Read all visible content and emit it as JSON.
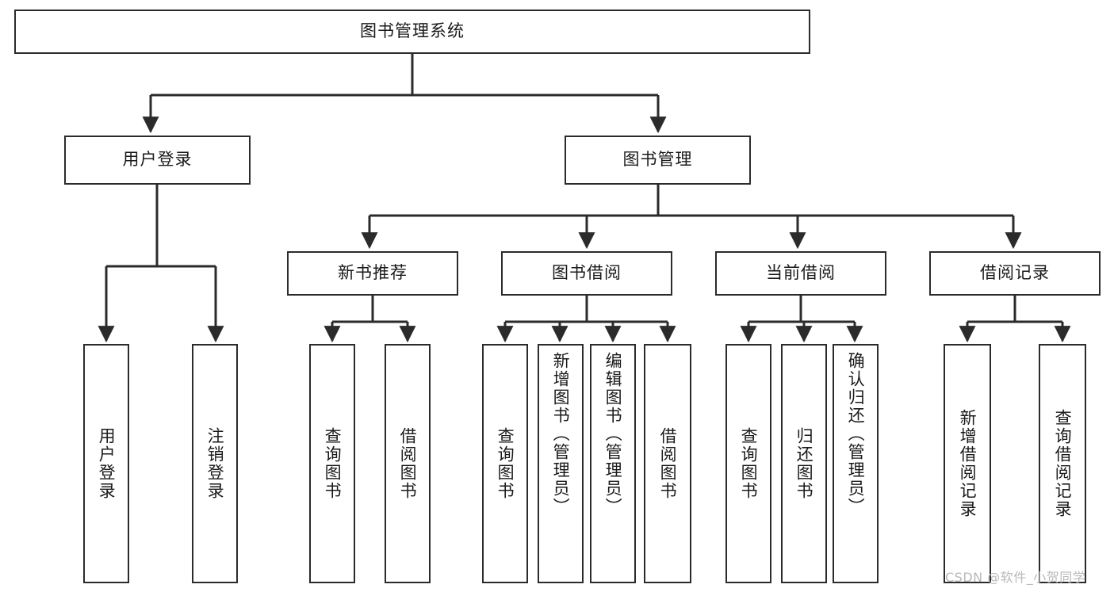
{
  "diagram": {
    "type": "tree-hierarchy-diagram",
    "title": "图书管理系统",
    "watermark": "CSDN @软件_小贺同学",
    "colors": {
      "stroke": "#2b2b2b",
      "fill": "#ffffff",
      "text": "#1a1a1a",
      "watermark": "#b9b9b9"
    },
    "levels": {
      "level1": [
        "图书管理系统"
      ],
      "level2": [
        "用户登录",
        "图书管理"
      ],
      "level3": [
        "新书推荐",
        "图书借阅",
        "当前借阅",
        "借阅记录"
      ],
      "level4": [
        "用户登录",
        "注销登录",
        "查询图书",
        "借阅图书",
        "查询图书",
        "新增图书（管理员）",
        "编辑图书（管理员）",
        "借阅图书",
        "查询图书",
        "归还图书",
        "确认归还（管理员）",
        "新增借阅记录",
        "查询借阅记录"
      ]
    },
    "nodes": {
      "root": {
        "label": "图书管理系统"
      },
      "user_login": {
        "label": "用户登录"
      },
      "book_mgmt": {
        "label": "图书管理"
      },
      "new_book_rec": {
        "label": "新书推荐"
      },
      "book_borrow": {
        "label": "图书借阅"
      },
      "current_borrow": {
        "label": "当前借阅"
      },
      "borrow_record": {
        "label": "借阅记录"
      },
      "leaf_user_login": {
        "label": "用户登录"
      },
      "leaf_user_logout": {
        "label": "注销登录"
      },
      "leaf_query_book_1": {
        "label": "查询图书"
      },
      "leaf_borrow_book_1": {
        "label": "借阅图书"
      },
      "leaf_query_book_2": {
        "label": "查询图书"
      },
      "leaf_add_book_admin": {
        "label": "新增图书（管理员）"
      },
      "leaf_edit_book_admin": {
        "label": "编辑图书（管理员）"
      },
      "leaf_borrow_book_2": {
        "label": "借阅图书"
      },
      "leaf_query_book_3": {
        "label": "查询图书"
      },
      "leaf_return_book": {
        "label": "归还图书"
      },
      "leaf_confirm_return_admin": {
        "label": "确认归还（管理员）"
      },
      "leaf_add_borrow_record": {
        "label": "新增借阅记录"
      },
      "leaf_query_borrow_record": {
        "label": "查询借阅记录"
      }
    },
    "edges": [
      {
        "from": "root",
        "to": "user_login"
      },
      {
        "from": "root",
        "to": "book_mgmt"
      },
      {
        "from": "book_mgmt",
        "to": "new_book_rec"
      },
      {
        "from": "book_mgmt",
        "to": "book_borrow"
      },
      {
        "from": "book_mgmt",
        "to": "current_borrow"
      },
      {
        "from": "book_mgmt",
        "to": "borrow_record"
      },
      {
        "from": "user_login",
        "to": "leaf_user_login"
      },
      {
        "from": "user_login",
        "to": "leaf_user_logout"
      },
      {
        "from": "new_book_rec",
        "to": "leaf_query_book_1"
      },
      {
        "from": "new_book_rec",
        "to": "leaf_borrow_book_1"
      },
      {
        "from": "book_borrow",
        "to": "leaf_query_book_2"
      },
      {
        "from": "book_borrow",
        "to": "leaf_add_book_admin"
      },
      {
        "from": "book_borrow",
        "to": "leaf_edit_book_admin"
      },
      {
        "from": "book_borrow",
        "to": "leaf_borrow_book_2"
      },
      {
        "from": "current_borrow",
        "to": "leaf_query_book_3"
      },
      {
        "from": "current_borrow",
        "to": "leaf_return_book"
      },
      {
        "from": "current_borrow",
        "to": "leaf_confirm_return_admin"
      },
      {
        "from": "borrow_record",
        "to": "leaf_add_borrow_record"
      },
      {
        "from": "borrow_record",
        "to": "leaf_query_borrow_record"
      }
    ]
  }
}
